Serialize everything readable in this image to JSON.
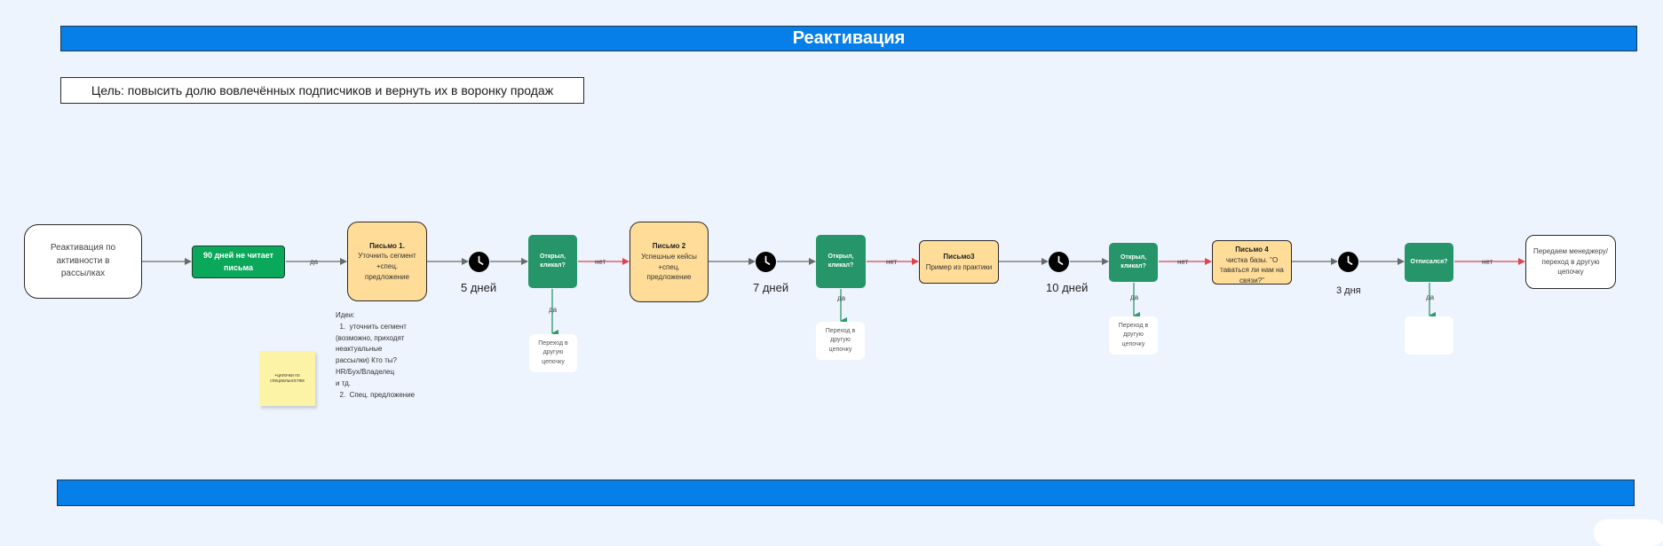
{
  "header": {
    "title": "Реактивация"
  },
  "goal": {
    "text": "Цель: повысить долю вовлечённых подписчиков и вернуть их в воронку продаж"
  },
  "flow": {
    "start": "Реактивация по активности в рассылках",
    "trigger": "90 дней не читает письма",
    "letter1": {
      "title": "Письмо 1.",
      "body": "Уточнить сегмент +спец. предложение"
    },
    "wait1": "5 дней",
    "decision1": "Открыл, кликал?",
    "result1": "Переход в другую цепочку",
    "letter2": {
      "title": "Письмо 2",
      "body": "Успешные кейсы +спец. предложение"
    },
    "wait2": "7 дней",
    "decision2": "Открыл, кликал?",
    "result2": "Переход в другую цепочку",
    "letter3": {
      "title": "Письмо3",
      "body": "Пример из практики"
    },
    "wait3": "10 дней",
    "decision3": "Открыл, кликал?",
    "result3": "Переход в другую цепочку",
    "letter4": {
      "title": "Письмо 4",
      "body": "чистка базы. \"О таваться ли нам на связи?\""
    },
    "wait4": "3 дня",
    "decision4": "Отписался?",
    "final": "Передаем менеджеру/переход в другую цепочку"
  },
  "edge_labels": {
    "yes": "да",
    "no": "нет"
  },
  "ideas": "Идеи:\n  1.  уточнить сегмент\n(возможно, приходят\nнеактуальные\nрассылки) Кто ты?\nHR/Бух/Владелец\nи тд.\n  2.  Спец. предложение",
  "sticky_note": "+цепочки по специальностям",
  "colors": {
    "header_blue": "#077fe9",
    "trigger_green": "#09a85a",
    "decision_green": "#27956a",
    "letter_orange": "#ffdc97",
    "no_arrow_red": "#e0444f",
    "yes_arrow_green": "#2e9b6a",
    "flow_arrow_gray": "#6a6a6a",
    "background": "#edf4fd"
  }
}
